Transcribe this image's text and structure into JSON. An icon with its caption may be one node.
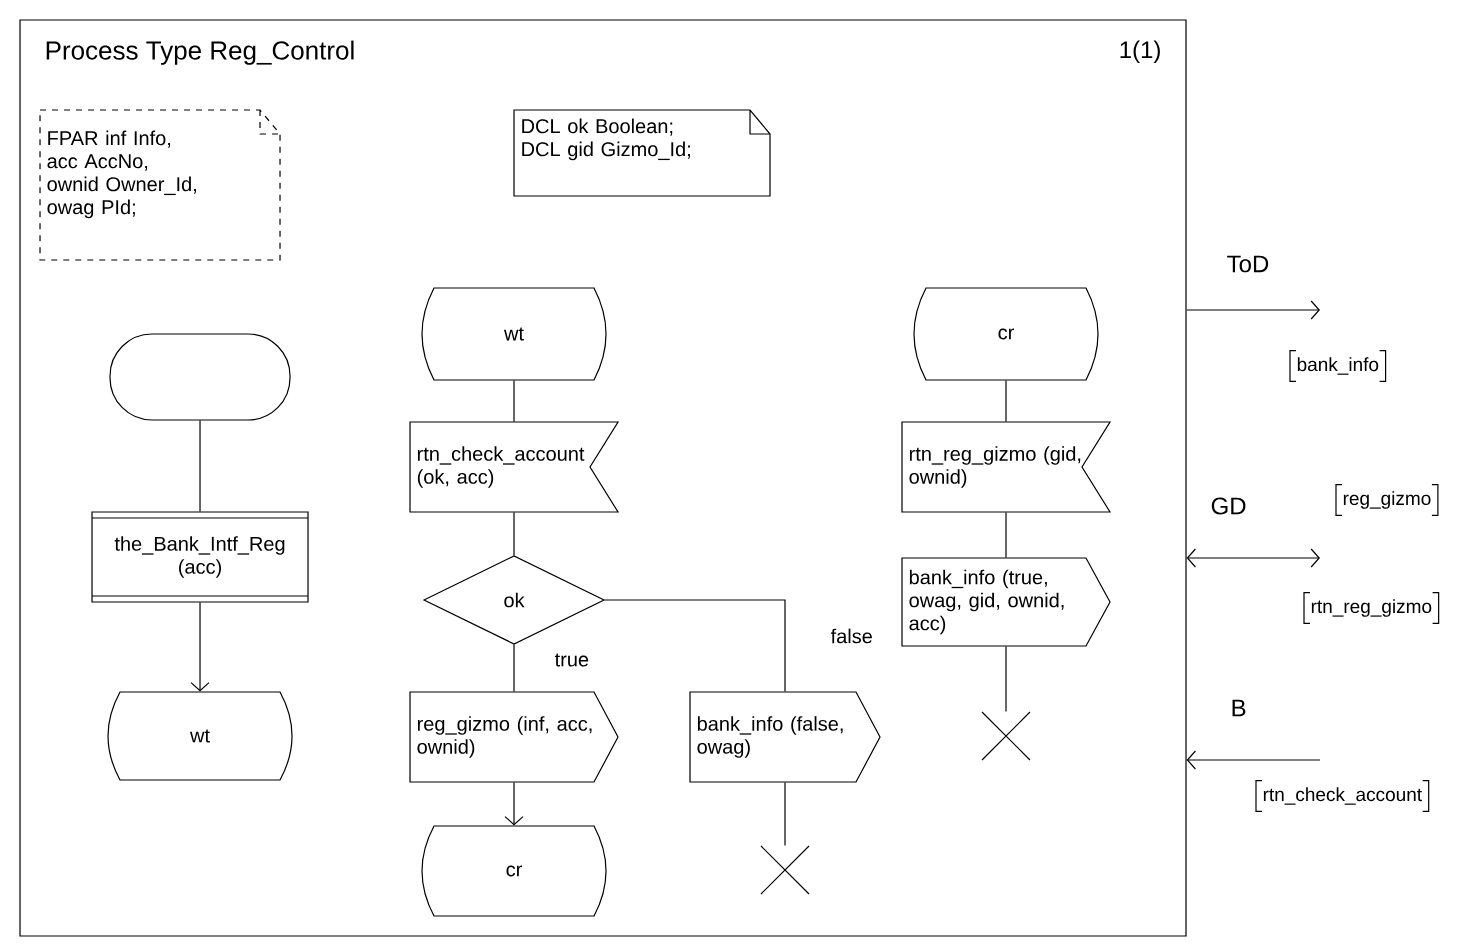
{
  "diagram": {
    "nodes": [
      {
        "text": [
          "Process Type Reg_Control",
          "1(1)"
        ]
      },
      {
        "text": [
          "FPAR inf Info, acc AccNo, ownid Owner_Id, owag PId;"
        ],
        "in": 0
      },
      {
        "text": [
          "DCL ok Boolean; DCL gid Gizmo_Id;"
        ],
        "in": 0
      },
      {
        "text": [],
        "shape": "box",
        "in": 0
      },
      {
        "text": [
          "the_Bank_Intf_Reg (acc)"
        ],
        "in": 0
      },
      {
        "text": [
          "wt"
        ],
        "in": 0
      },
      {
        "text": [
          "wt"
        ],
        "in": 0
      },
      {
        "text": [
          "rtn_check_account (ok, acc)"
        ],
        "in": 0
      },
      {
        "text": [
          "ok"
        ],
        "in": 0
      },
      {
        "text": [
          "reg_gizmo (inf, acc, ownid)"
        ],
        "in": 0
      },
      {
        "text": [
          "cr"
        ],
        "in": 0
      },
      {
        "text": [
          "bank_info (false, owag)"
        ],
        "in": 0
      },
      {
        "text": [],
        "shape": "cross",
        "in": 0
      },
      {
        "text": [
          "cr"
        ],
        "in": 0
      },
      {
        "text": [
          "rtn_reg_gizmo (gid, ownid)"
        ],
        "in": 0
      },
      {
        "text": [
          "bank_info (true, owag, gid, ownid, acc)"
        ],
        "in": 0
      },
      {
        "text": [],
        "shape": "cross",
        "in": 0
      }
    ],
    "edges": [
      {
        "from": 3,
        "to": 4,
        "arrow": "none"
      },
      {
        "from": 4,
        "to": 5,
        "arrow": "to"
      },
      {
        "from": 6,
        "to": 7,
        "arrow": "none"
      },
      {
        "from": 7,
        "to": 8,
        "arrow": "none"
      },
      {
        "from": 8,
        "to": 9,
        "arrow": "none",
        "label": "true"
      },
      {
        "from": 9,
        "to": 10,
        "arrow": "to"
      },
      {
        "from": 8,
        "to": 11,
        "arrow": "none",
        "label": "false"
      },
      {
        "from": 11,
        "to": 12,
        "arrow": "none"
      },
      {
        "from": 13,
        "to": 14,
        "arrow": "none"
      },
      {
        "from": 14,
        "to": 15,
        "arrow": "none"
      },
      {
        "from": 15,
        "to": 16,
        "arrow": "none"
      },
      {
        "from": 0,
        "to": null,
        "arrow": "to",
        "label": "ToD"
      },
      {
        "from": 0,
        "to": null,
        "arrow": "both",
        "label": "GD"
      },
      {
        "from": null,
        "to": 0,
        "arrow": "to",
        "label": "B"
      }
    ],
    "labels": [
      "bank_info",
      "reg_gizmo",
      "rtn_reg_gizmo",
      "rtn_check_account"
    ]
  }
}
